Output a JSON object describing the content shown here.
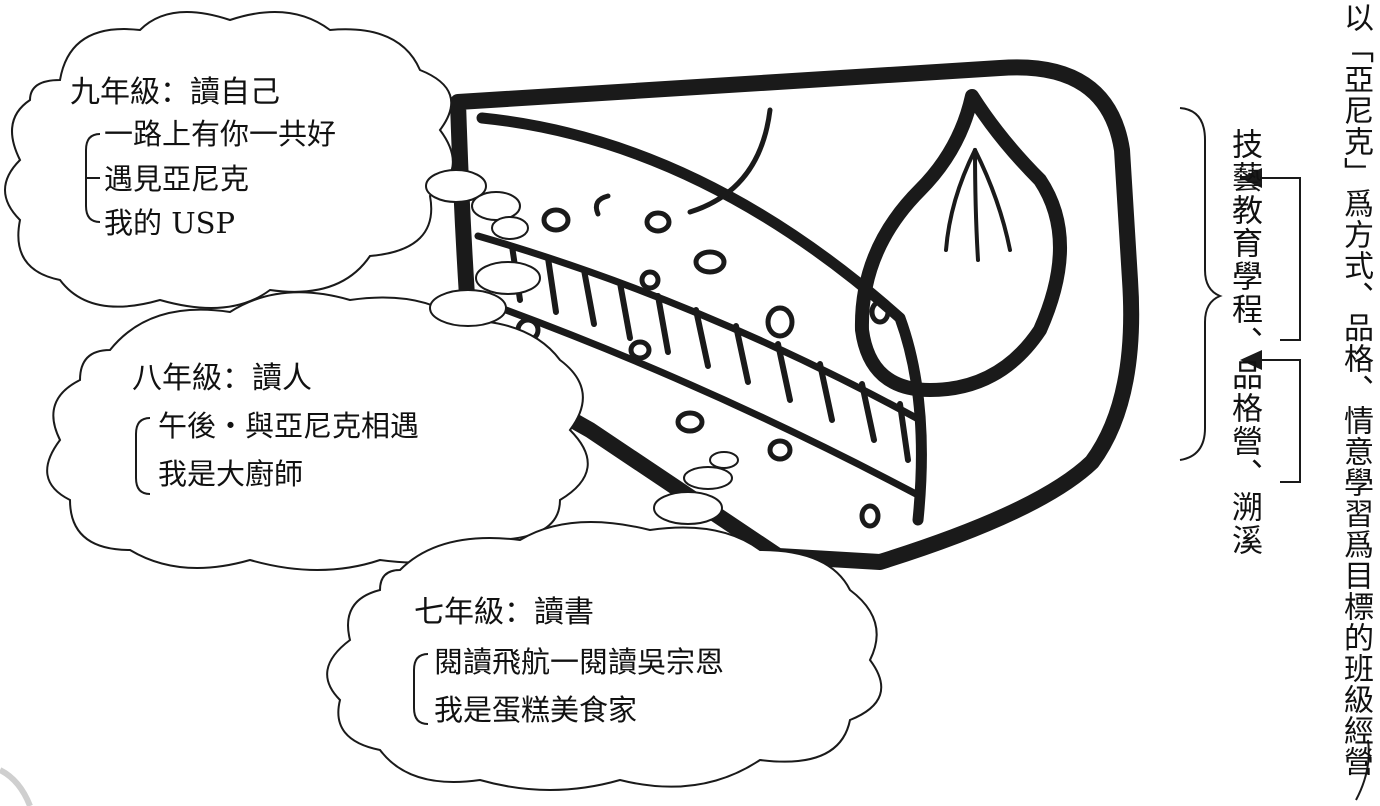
{
  "clouds": {
    "grade9": {
      "title": "九年級：讀自己",
      "items": [
        "一路上有你一共好",
        "遇見亞尼克",
        "我的 USP"
      ]
    },
    "grade8": {
      "title": "八年級：讀人",
      "items": [
        "午後・與亞尼克相遇",
        "我是大廚師"
      ]
    },
    "grade7": {
      "title": "七年級：讀書",
      "items": [
        "閱讀飛航一閱讀吳宗恩",
        "我是蛋糕美食家"
      ]
    }
  },
  "side": {
    "middle_text": "技藝教育學程、品格營、溯溪",
    "right_text": "以「亞尼克」爲方式、品格、情意學習爲目標的班級經營"
  },
  "colors": {
    "ink": "#111111",
    "paper": "#ffffff"
  }
}
